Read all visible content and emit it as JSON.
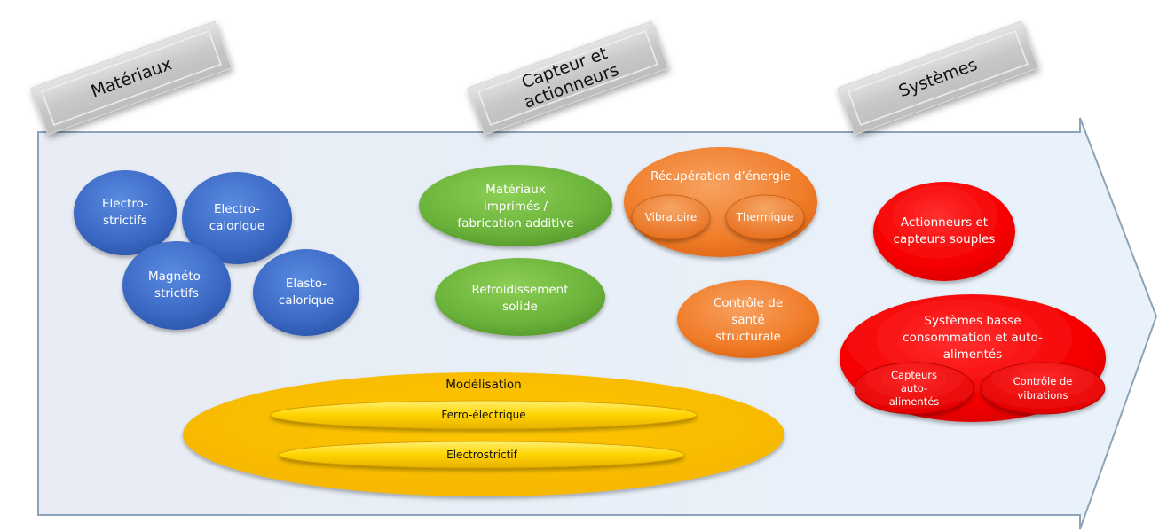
{
  "stages": [
    {
      "label": "Matériaux"
    },
    {
      "label": "Capteur et\nactionneurs"
    },
    {
      "label": "Systèmes"
    }
  ],
  "colors": {
    "arrow_fill": "#e9eef6",
    "arrow_stroke": "#8ea3b8",
    "blue": "#3b6fc8",
    "green": "#6cb23c",
    "orange": "#f07a24",
    "red": "#ff0000",
    "yellow": "#ffc000"
  },
  "materials": [
    {
      "label": "Electro-\nstrictifs"
    },
    {
      "label": "Electro-\ncalorique"
    },
    {
      "label": "Magnéto-\nstrictifs"
    },
    {
      "label": "Elasto-\ncalorique"
    }
  ],
  "sensors": {
    "printed": "Matériaux\nimprimés /\nfabrication additive",
    "cooling": "Refroidissement\nsolide",
    "harvest": {
      "title": "Récupération  d’énergie",
      "children": [
        "Vibratoire",
        "Thermique"
      ]
    },
    "shm": "Contrôle de\nsanté\nstructurale"
  },
  "systems": {
    "soft": "Actionneurs et\ncapteurs souples",
    "lowpower": {
      "title": "Systèmes basse\nconsommation et  auto-\nalimentés",
      "children": [
        "Capteurs\nauto-\nalimentés",
        "Contrôle de\nvibrations"
      ]
    }
  },
  "modeling": {
    "title": "Modélisation",
    "children": [
      "Ferro-électrique",
      "Electrostrictif"
    ]
  }
}
